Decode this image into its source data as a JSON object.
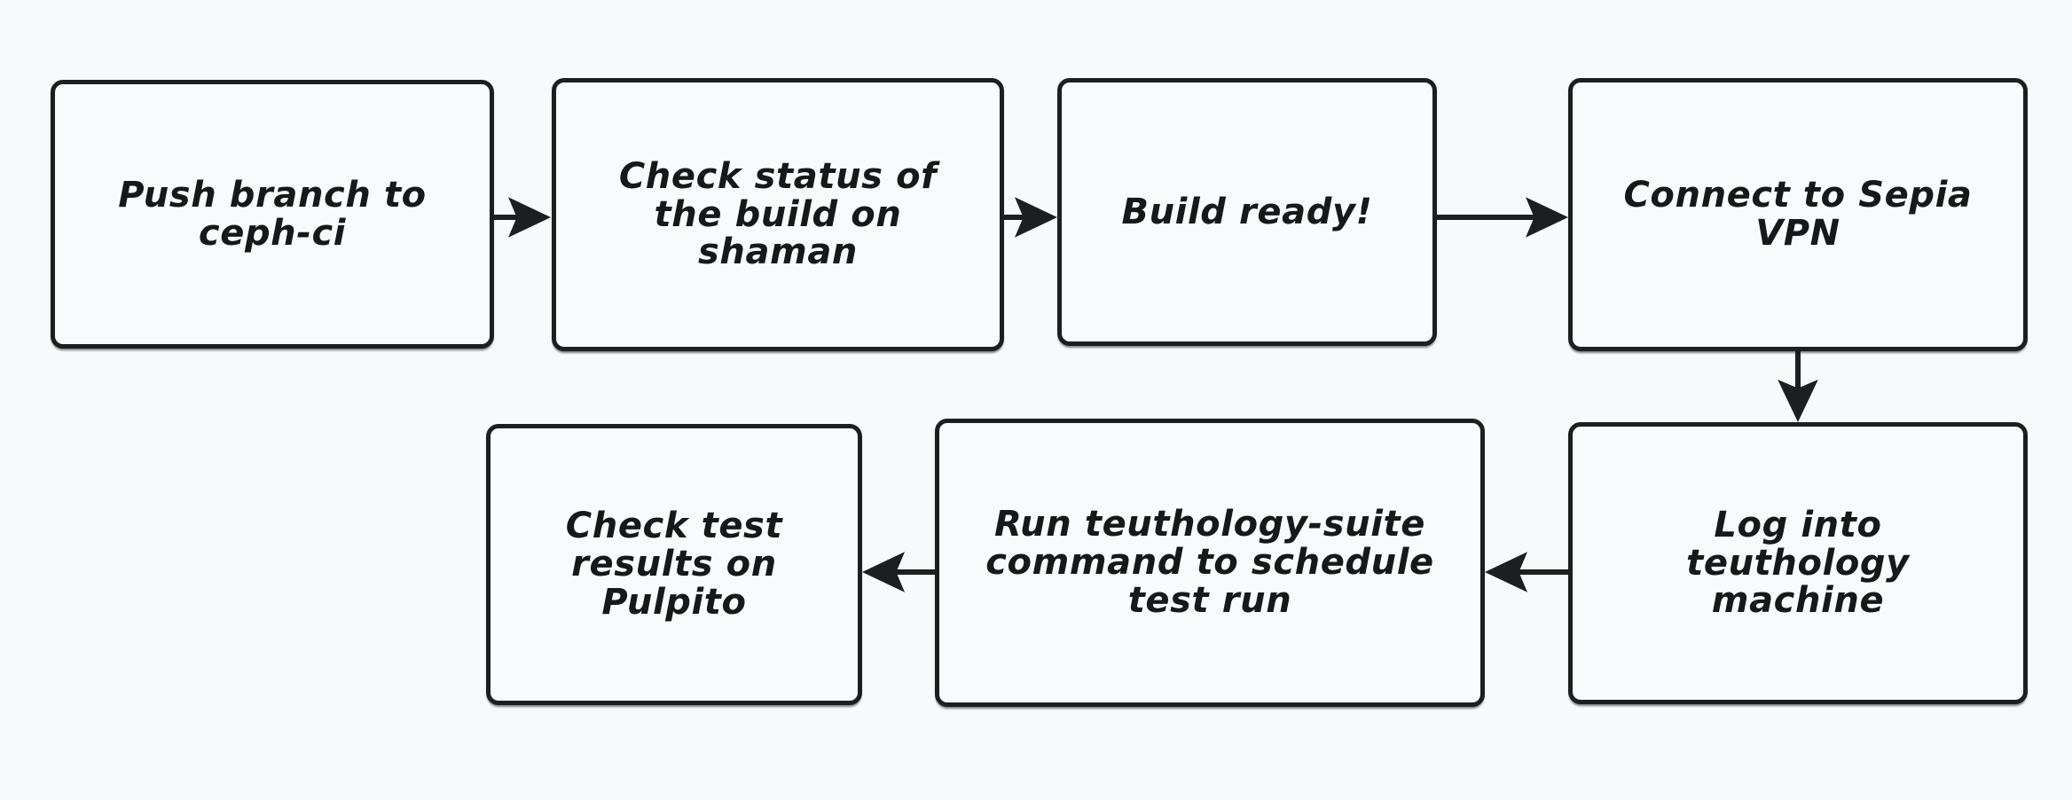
{
  "diagram": {
    "title": "Ceph test workflow flowchart",
    "style": "hand-drawn sketch",
    "background_color": "#f7f9fb",
    "node_fill_color": "#f9fafc",
    "stroke_color": "#1d1e20",
    "nodes": [
      {
        "id": "push-branch",
        "label": "Push branch to\nceph-ci"
      },
      {
        "id": "check-status",
        "label": "Check status of\nthe build on\nshaman"
      },
      {
        "id": "build-ready",
        "label": "Build ready!"
      },
      {
        "id": "connect-vpn",
        "label": "Connect to Sepia\nVPN"
      },
      {
        "id": "log-teuthology",
        "label": "Log into\nteuthology\nmachine"
      },
      {
        "id": "run-suite",
        "label": "Run teuthology-suite\ncommand to schedule\ntest run"
      },
      {
        "id": "check-results",
        "label": "Check test\nresults on\nPulpito"
      }
    ],
    "edges": [
      {
        "from": "push-branch",
        "to": "check-status",
        "direction": "right"
      },
      {
        "from": "check-status",
        "to": "build-ready",
        "direction": "right"
      },
      {
        "from": "build-ready",
        "to": "connect-vpn",
        "direction": "right"
      },
      {
        "from": "connect-vpn",
        "to": "log-teuthology",
        "direction": "down"
      },
      {
        "from": "log-teuthology",
        "to": "run-suite",
        "direction": "left"
      },
      {
        "from": "run-suite",
        "to": "check-results",
        "direction": "left"
      }
    ]
  }
}
